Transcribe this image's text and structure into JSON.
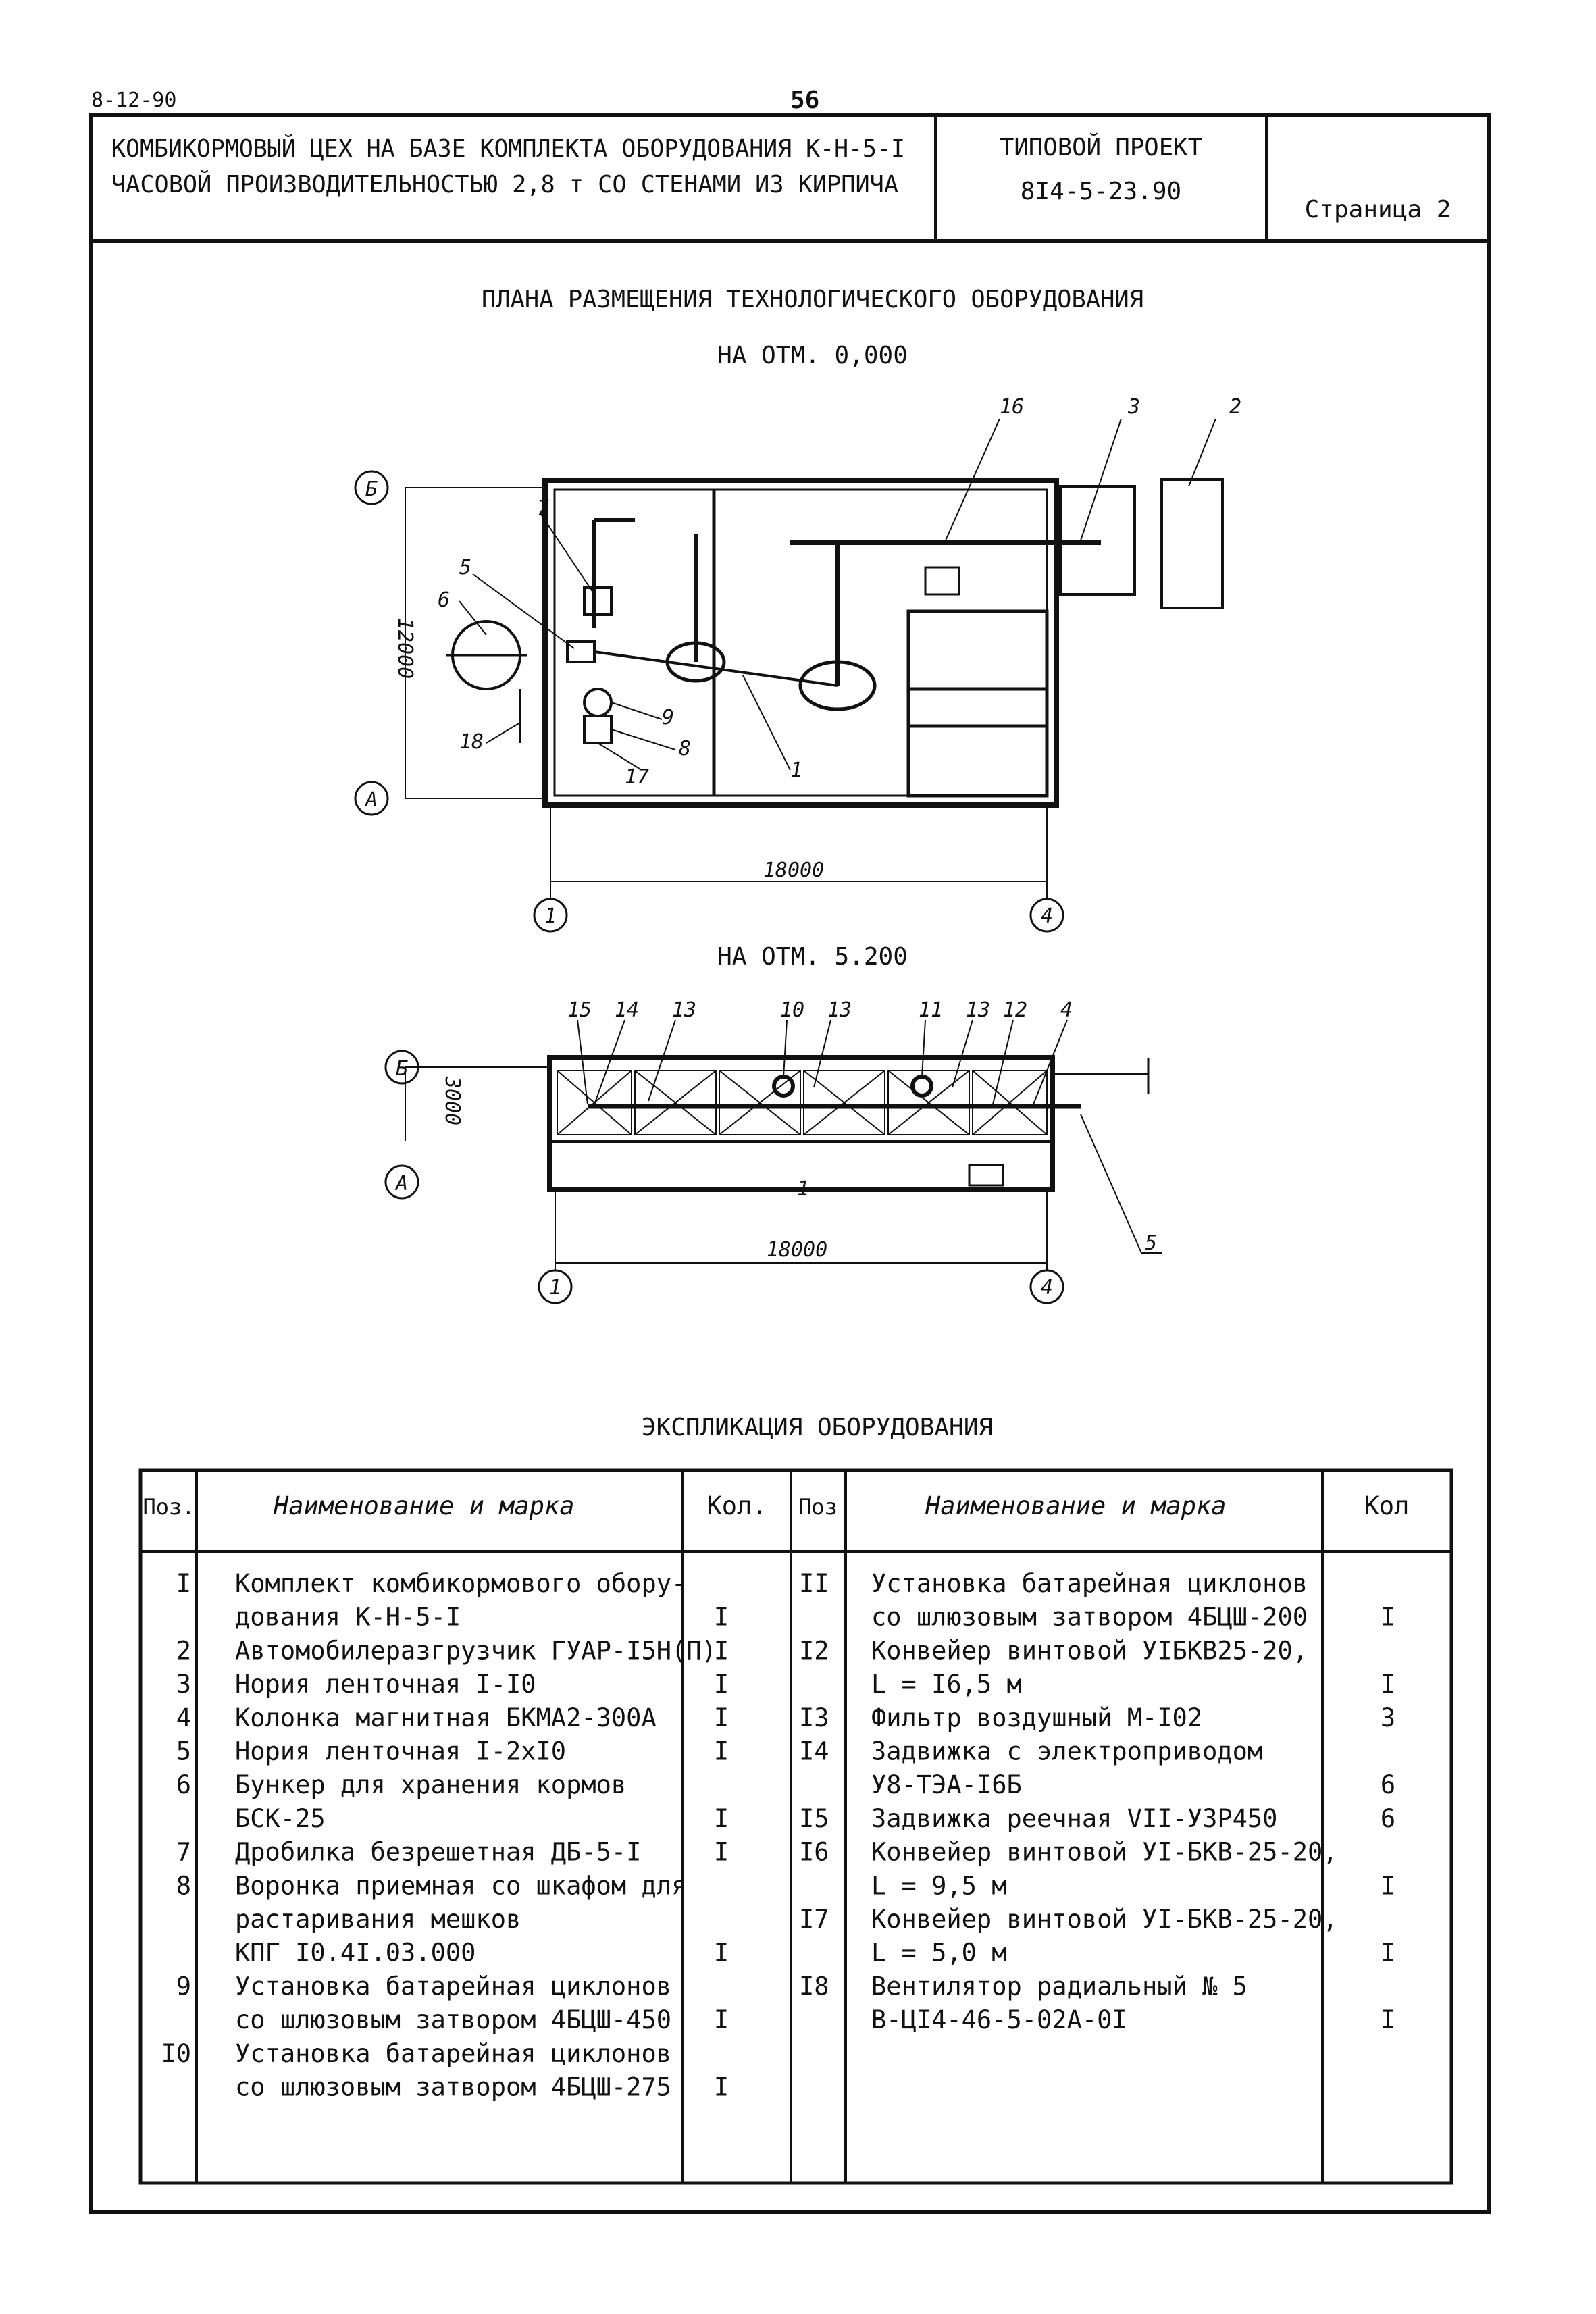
{
  "top": {
    "date": "8-12-90",
    "page_number": "56"
  },
  "header": {
    "title_line1": "КОМБИКОРМОВЫЙ ЦЕХ НА БАЗЕ КОМПЛЕКТА ОБОРУДОВАНИЯ К-Н-5-I",
    "title_line2": "ЧАСОВОЙ ПРОИЗВОДИТЕЛЬНОСТЬЮ 2,8 т СО СТЕНАМИ ИЗ КИРПИЧА",
    "project_label": "ТИПОВОЙ ПРОЕКТ",
    "project_code": "8I4-5-23.90",
    "sheet": "Страница 2"
  },
  "drawing": {
    "title": "ПЛАНА РАЗМЕЩЕНИЯ ТЕХНОЛОГИЧЕСКОГО ОБОРУДОВАНИЯ",
    "plan1": {
      "level": "НА ОТМ. 0,000",
      "dim_vertical": "12000",
      "dim_horizontal": "18000",
      "axis_top": "Б",
      "axis_bottom": "А",
      "axis_left": "1",
      "axis_right": "4",
      "callouts": [
        "16",
        "3",
        "2",
        "7",
        "5",
        "6",
        "9",
        "8",
        "17",
        "18",
        "1"
      ]
    },
    "plan2": {
      "level": "НА ОТМ. 5.200",
      "dim_vertical": "3000",
      "dim_horizontal": "18000",
      "axis_top": "Б",
      "axis_bottom": "А",
      "axis_left": "1",
      "axis_right": "4",
      "callouts": [
        "15",
        "14",
        "13",
        "10",
        "13",
        "11",
        "13",
        "12",
        "4",
        "5",
        "1"
      ]
    }
  },
  "explication": {
    "title": "ЭКСПЛИКАЦИЯ ОБОРУДОВАНИЯ",
    "headers": {
      "pos": "Поз.",
      "name": "Наименование и марка",
      "qty": "Кол.",
      "pos2": "Поз",
      "name2": "Наименование и марка",
      "qty2": "Кол"
    },
    "left": [
      {
        "pos": "I",
        "name": "Комплект комбикормового обору-",
        "qty": ""
      },
      {
        "pos": "",
        "name": "дования К-Н-5-I",
        "qty": "I"
      },
      {
        "pos": "2",
        "name": "Автомобилеразгрузчик ГУАР-I5Н(П)",
        "qty": "I"
      },
      {
        "pos": "3",
        "name": "Нория ленточная I-I0",
        "qty": "I"
      },
      {
        "pos": "4",
        "name": "Колонка магнитная БКМА2-300А",
        "qty": "I"
      },
      {
        "pos": "5",
        "name": "Нория ленточная I-2хI0",
        "qty": "I"
      },
      {
        "pos": "6",
        "name": "Бункер для хранения кормов",
        "qty": ""
      },
      {
        "pos": "",
        "name": "БСК-25",
        "qty": "I"
      },
      {
        "pos": "7",
        "name": "Дробилка безрешетная ДБ-5-I",
        "qty": "I"
      },
      {
        "pos": "8",
        "name": "Воронка приемная со шкафом для",
        "qty": ""
      },
      {
        "pos": "",
        "name": "растаривания мешков",
        "qty": ""
      },
      {
        "pos": "",
        "name": "КПГ I0.4I.03.000",
        "qty": "I"
      },
      {
        "pos": "9",
        "name": "Установка батарейная циклонов",
        "qty": ""
      },
      {
        "pos": "",
        "name": "со шлюзовым затвором 4БЦШ-450",
        "qty": "I"
      },
      {
        "pos": "I0",
        "name": "Установка батарейная циклонов",
        "qty": ""
      },
      {
        "pos": "",
        "name": "со шлюзовым затвором 4БЦШ-275",
        "qty": "I"
      }
    ],
    "right": [
      {
        "pos": "II",
        "name": "Установка батарейная циклонов",
        "qty": ""
      },
      {
        "pos": "",
        "name": "со шлюзовым затвором 4БЦШ-200",
        "qty": "I"
      },
      {
        "pos": "I2",
        "name": "Конвейер винтовой УIБКВ25-20,",
        "qty": ""
      },
      {
        "pos": "",
        "name": "L = I6,5 м",
        "qty": "I"
      },
      {
        "pos": "I3",
        "name": "Фильтр воздушный М-I02",
        "qty": "3"
      },
      {
        "pos": "I4",
        "name": "Задвижка с электроприводом",
        "qty": ""
      },
      {
        "pos": "",
        "name": "У8-ТЭА-I6Б",
        "qty": "6"
      },
      {
        "pos": "I5",
        "name": "Задвижка реечная VII-УЗР450",
        "qty": "6"
      },
      {
        "pos": "I6",
        "name": "Конвейер винтовой УI-БКВ-25-20,",
        "qty": ""
      },
      {
        "pos": "",
        "name": "L = 9,5 м",
        "qty": "I"
      },
      {
        "pos": "I7",
        "name": "Конвейер винтовой УI-БКВ-25-20,",
        "qty": ""
      },
      {
        "pos": "",
        "name": "L = 5,0 м",
        "qty": "I"
      },
      {
        "pos": "I8",
        "name": "Вентилятор радиальный № 5",
        "qty": ""
      },
      {
        "pos": "",
        "name": "В-ЦI4-46-5-02А-0I",
        "qty": "I"
      }
    ]
  }
}
